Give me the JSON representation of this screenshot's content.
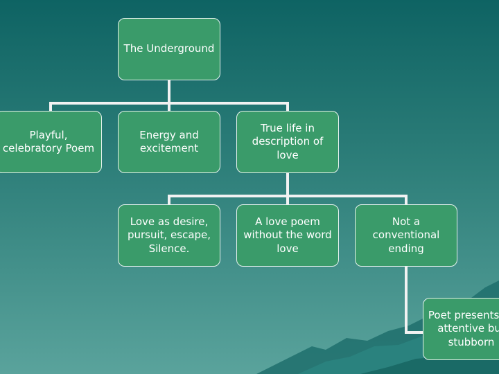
{
  "diagram": {
    "root": {
      "label": "The Underground"
    },
    "level1": [
      {
        "label": "Playful, celebratory Poem"
      },
      {
        "label": "Energy and excitement"
      },
      {
        "label": "True life in description of love"
      }
    ],
    "level2": [
      {
        "label": "Love as desire, pursuit, escape, Silence."
      },
      {
        "label": "A love poem without the word love"
      },
      {
        "label": "Not a conventional ending"
      }
    ],
    "level3": [
      {
        "label": "Poet presents as attentive but stubborn"
      }
    ]
  },
  "colors": {
    "node_fill": "#3a9b6a",
    "node_border": "#e6f2ee",
    "connector": "#f2f2f2",
    "background_top": "#0e6363",
    "background_bottom": "#5aa39c",
    "mountain": "#1f6f6c"
  }
}
